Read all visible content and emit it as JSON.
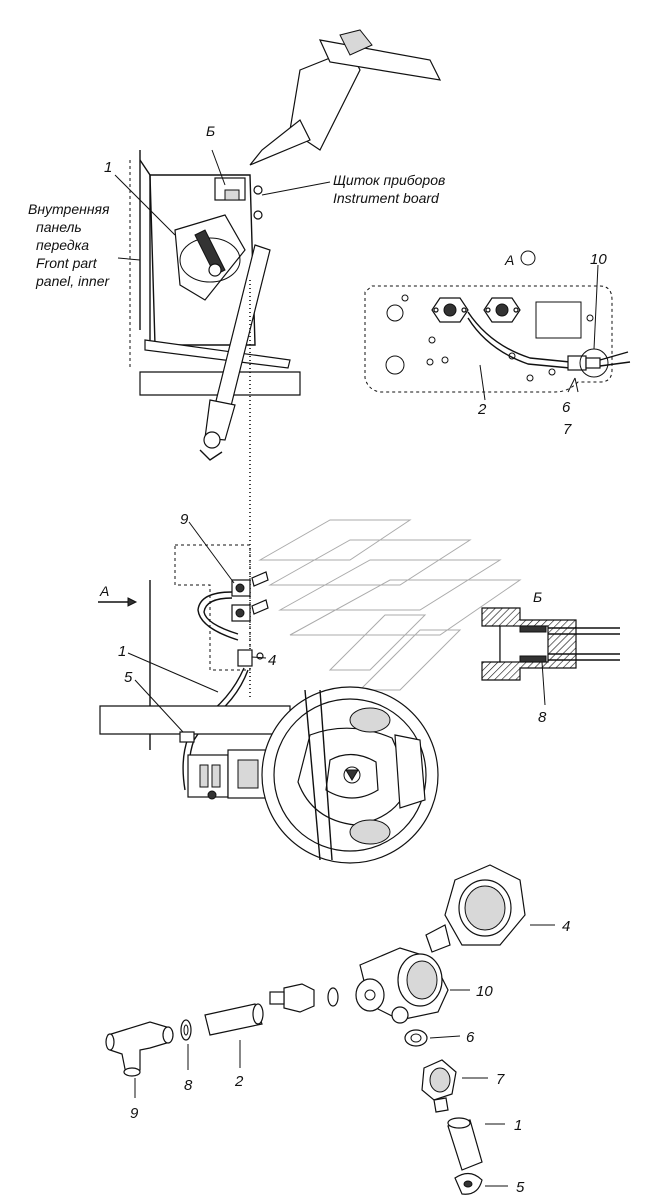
{
  "labels": {
    "inner_panel_ru_1": "Внутренняя",
    "inner_panel_ru_2": "панель",
    "inner_panel_ru_3": "передка",
    "inner_panel_en_1": "Front part",
    "inner_panel_en_2": "panel, inner",
    "instrument_ru": "Щиток приборов",
    "instrument_en": "Instrument board",
    "view_a": "А",
    "view_a_arrow": "А",
    "section_b_top": "Б",
    "section_b_detail": "Б"
  },
  "callouts": {
    "top_1": "1",
    "view_a_10": "10",
    "view_a_2": "2",
    "view_a_6": "6",
    "view_a_7": "7",
    "mid_9": "9",
    "mid_4": "4",
    "mid_1": "1",
    "mid_5": "5",
    "detail_8": "8",
    "parts_4": "4",
    "parts_10": "10",
    "parts_6": "6",
    "parts_7": "7",
    "parts_1": "1",
    "parts_5": "5",
    "parts_2": "2",
    "parts_8": "8",
    "parts_9": "9"
  }
}
